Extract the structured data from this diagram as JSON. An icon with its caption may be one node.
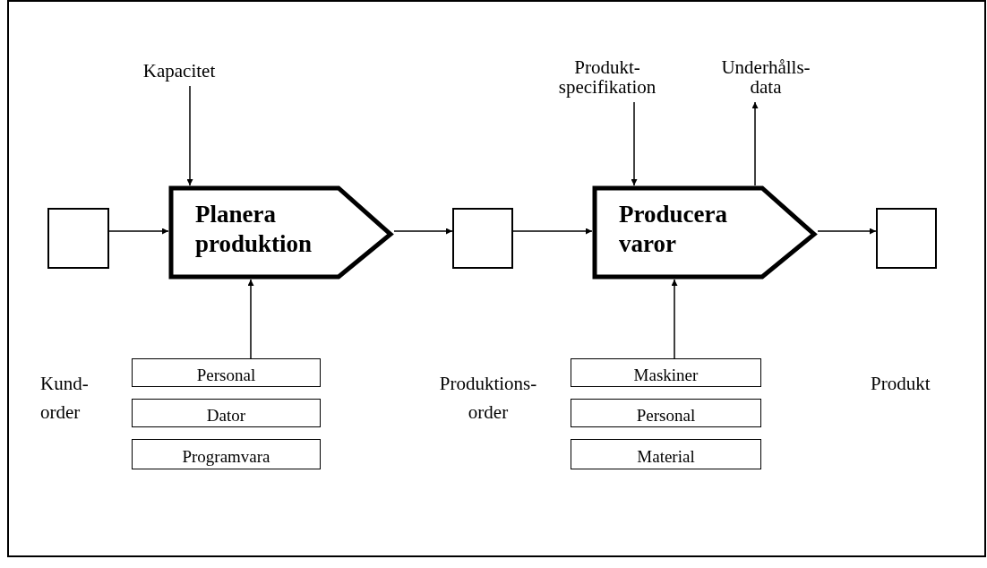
{
  "diagram": {
    "nodes": [
      {
        "text": [],
        "shape": "box"
      },
      {
        "text": [
          "Planera produktion"
        ]
      },
      {
        "text": [],
        "shape": "box"
      },
      {
        "text": [
          "Producera varor"
        ]
      },
      {
        "text": [],
        "shape": "box"
      },
      {
        "text": [
          "Kapacitet"
        ]
      },
      {
        "text": [
          "Produkt- specifikation"
        ]
      },
      {
        "text": [
          "Underhålls- data"
        ]
      },
      {
        "text": [
          "Personal"
        ]
      },
      {
        "text": [
          "Dator"
        ]
      },
      {
        "text": [
          "Programvara"
        ]
      },
      {
        "text": [
          "Maskiner"
        ]
      },
      {
        "text": [
          "Personal"
        ]
      },
      {
        "text": [
          "Material"
        ]
      }
    ],
    "edges": [
      {
        "from": 0,
        "to": 1,
        "arrow": "to"
      },
      {
        "from": 1,
        "to": 2,
        "arrow": "to"
      },
      {
        "from": 2,
        "to": 3,
        "arrow": "to"
      },
      {
        "from": 3,
        "to": 4,
        "arrow": "to"
      },
      {
        "from": 5,
        "to": 1,
        "arrow": "to"
      },
      {
        "from": 6,
        "to": 3,
        "arrow": "to"
      },
      {
        "from": 3,
        "to": 7,
        "arrow": "to"
      },
      {
        "from": 8,
        "to": 1,
        "arrow": "to"
      },
      {
        "from": 11,
        "to": 3,
        "arrow": "to"
      }
    ],
    "labels": [
      "Kund- order",
      "Produktions- order",
      "Produkt"
    ]
  }
}
